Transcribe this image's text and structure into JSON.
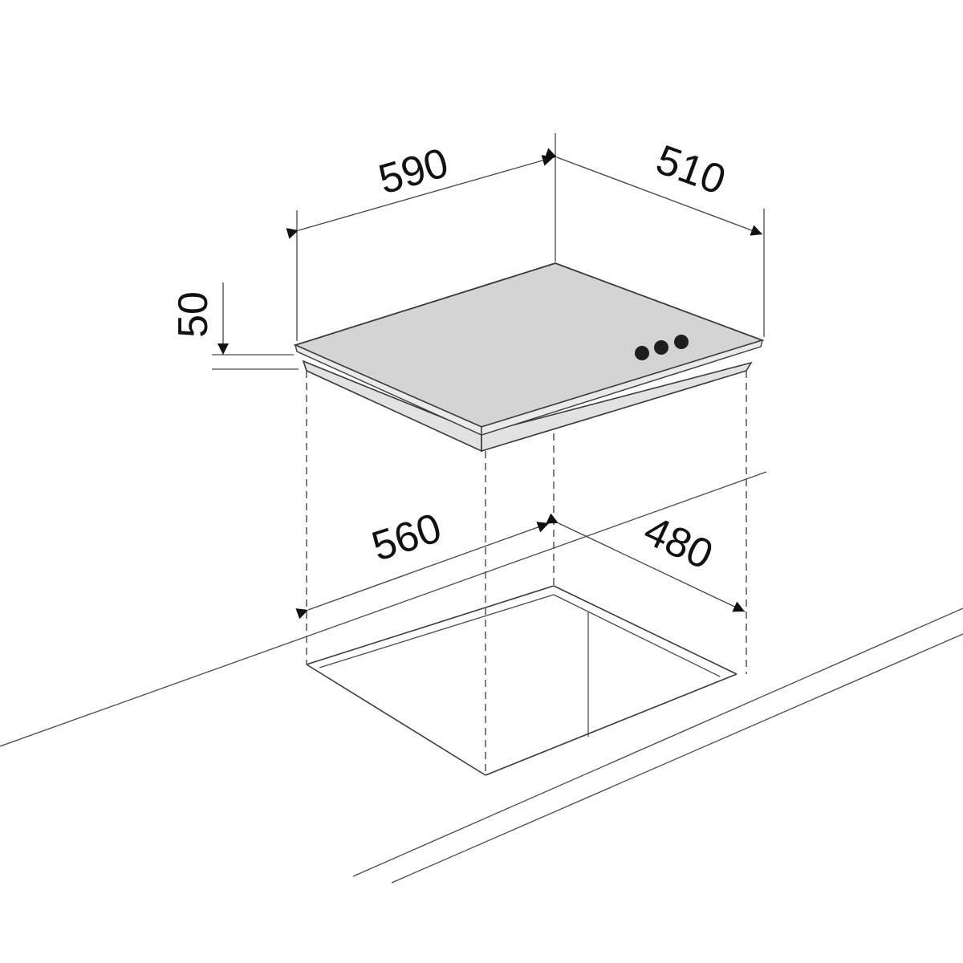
{
  "dimensions": {
    "hob_width": "590",
    "hob_depth": "510",
    "hob_height": "50",
    "cutout_width": "560",
    "cutout_depth": "480"
  },
  "colors": {
    "hob_top": "#d4d4d4",
    "hob_edge": "#e2e2e2",
    "line": "#3a3a3a",
    "knob": "#1e1e1e"
  },
  "knob_count": 3
}
